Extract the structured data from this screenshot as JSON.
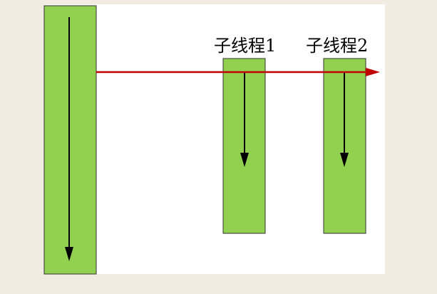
{
  "diagram": {
    "threads": [
      {
        "id": "main",
        "label": ""
      },
      {
        "id": "child-1",
        "label": "子线程1"
      },
      {
        "id": "child-2",
        "label": "子线程2"
      }
    ]
  },
  "colors": {
    "page_background": "#f2ebe1",
    "canvas_background": "#ffffff",
    "thread_fill": "#92d050",
    "thread_border": "#333333",
    "arrow": "#000000",
    "spawn_arrow": "#c00000"
  }
}
